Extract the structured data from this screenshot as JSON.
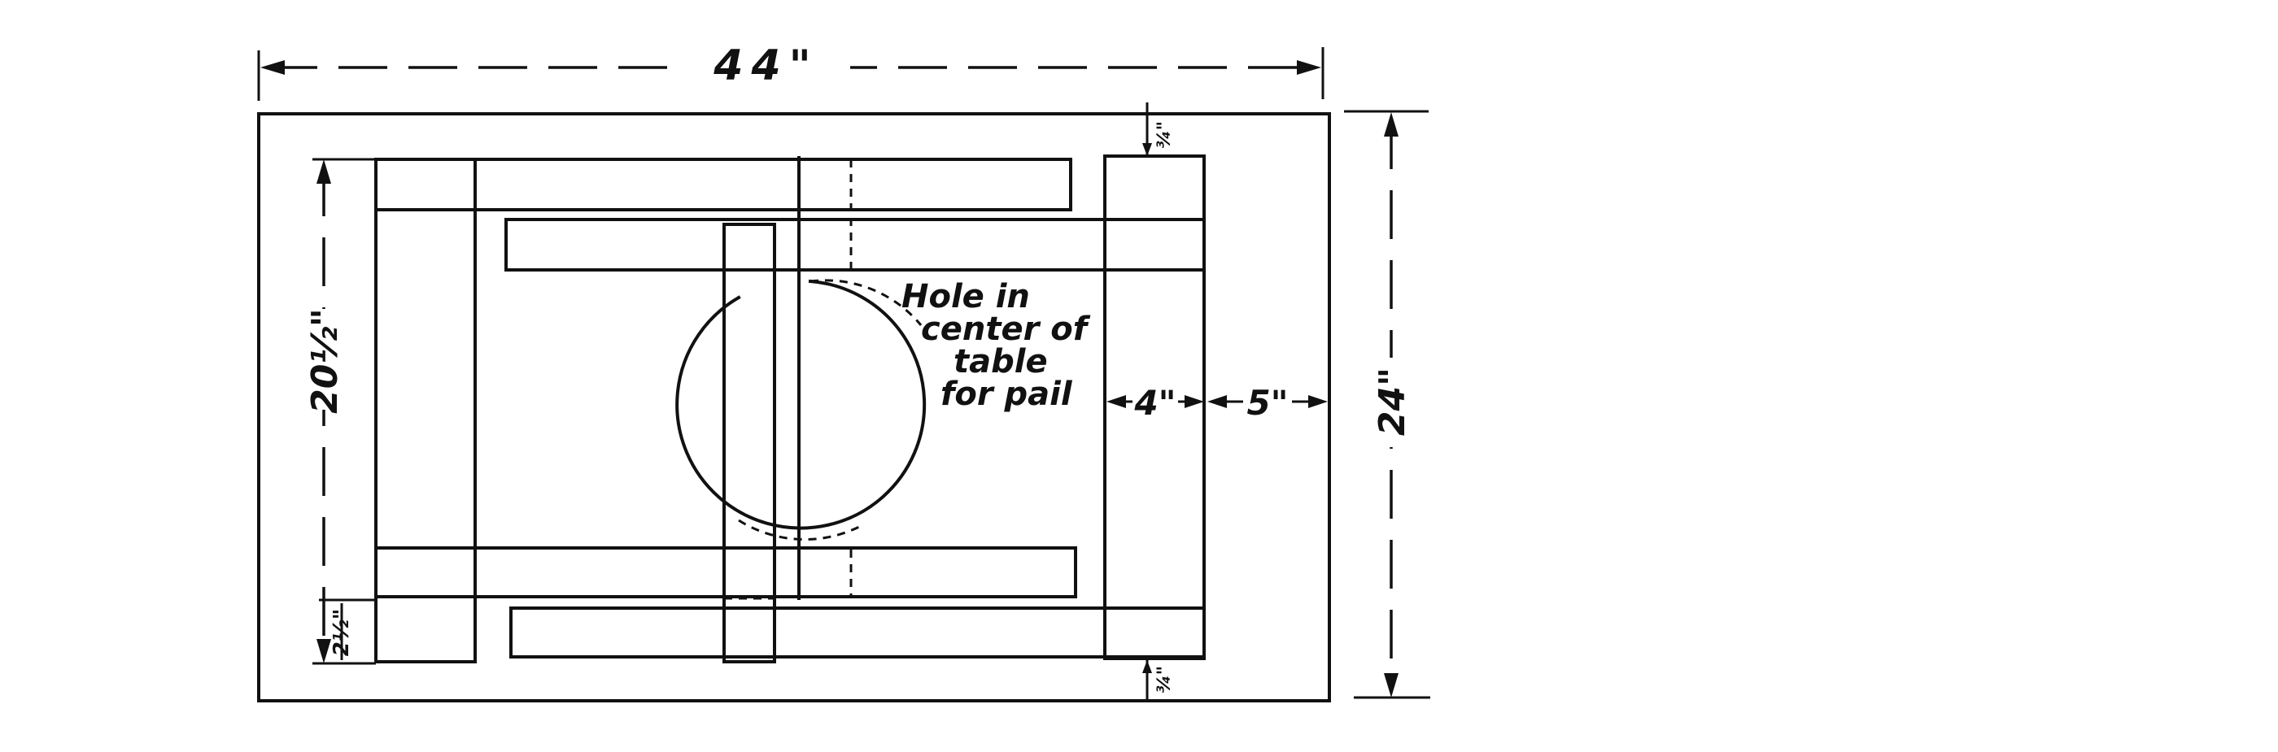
{
  "diagram": {
    "dimensions": {
      "overall_width": "44\"",
      "overall_height": "24\"",
      "inner_height": "20½\"",
      "bottom_strip": "2½\"",
      "post_width": "4\"",
      "margin_right": "5\"",
      "top_offset": "¾\"",
      "bottom_offset": "¾\""
    },
    "note": {
      "lines": [
        "Hole in",
        "center of",
        "table",
        "for pail"
      ]
    }
  }
}
